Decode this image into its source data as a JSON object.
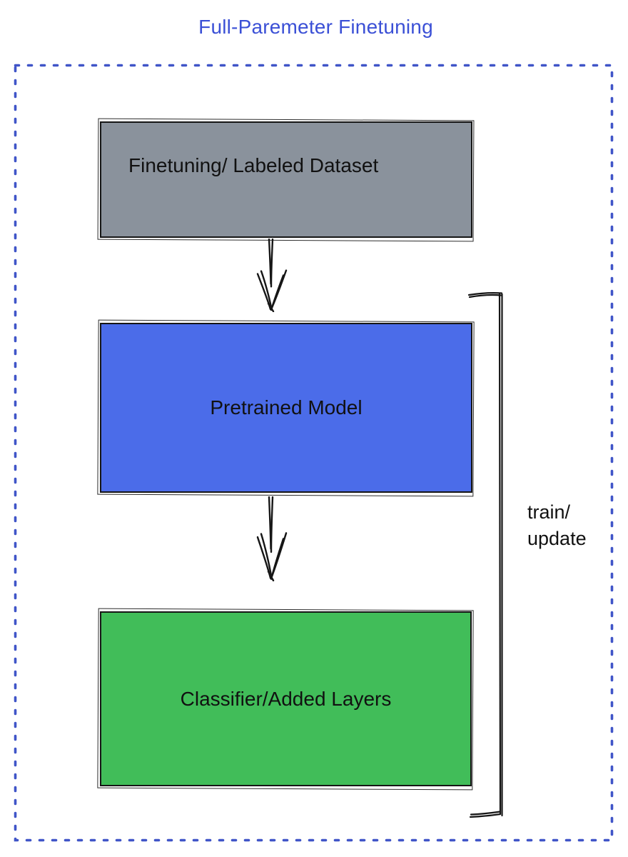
{
  "title": {
    "text": "Full-Paremeter Finetuning",
    "color": "#3b50d6"
  },
  "diagram": {
    "border_color": "#4055c8",
    "ink_color": "#161616",
    "text_color": "#111111",
    "boxes": [
      {
        "name": "finetuning-labeled-dataset",
        "label": "Finetuning/ Labeled Dataset",
        "fill": "#8a929c"
      },
      {
        "name": "pretrained-model",
        "label": "Pretrained Model",
        "fill": "#4b6ce9"
      },
      {
        "name": "classifier-added-layers",
        "label": "Classifier/Added Layers",
        "fill": "#41bd59"
      }
    ],
    "arrows": [
      {
        "name": "dataset-to-pretrained",
        "direction": "down"
      },
      {
        "name": "pretrained-to-classifier",
        "direction": "down"
      }
    ],
    "bracket": {
      "lines": [
        "train/",
        "update"
      ]
    }
  }
}
